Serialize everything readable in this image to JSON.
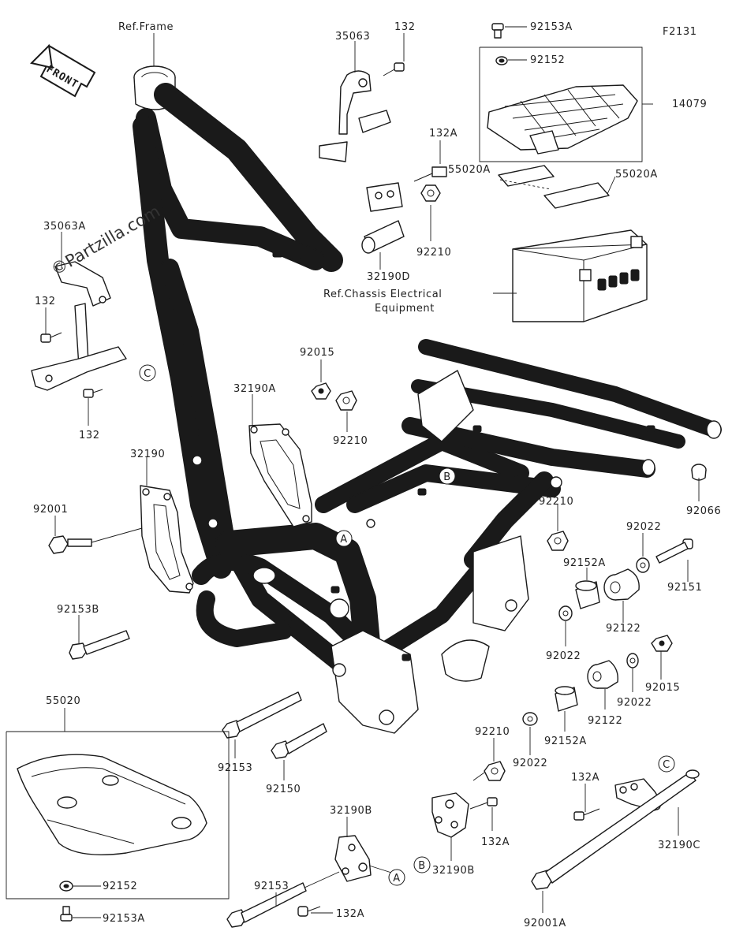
{
  "figure_code": "F2131",
  "front_arrow_text": "FRONT",
  "watermark": "Partzilla.com",
  "ref_labels": {
    "frame": "Ref.Frame",
    "chassis_line1": "Ref.Chassis Electrical",
    "chassis_line2": "Equipment"
  },
  "callouts": [
    "A",
    "B",
    "C"
  ],
  "part_numbers": {
    "p35063": "35063",
    "p132_top": "132",
    "p92153A_top": "92153A",
    "p92152_top": "92152",
    "p14079": "14079",
    "p132A_top": "132A",
    "p55020A_left": "55020A",
    "p55020A_right": "55020A",
    "p92210_a": "92210",
    "p32190D": "32190D",
    "p35063A": "35063A",
    "p132_left": "132",
    "p132_leftlow": "132",
    "p92015_a": "92015",
    "p32190A": "32190A",
    "p92210_b": "92210",
    "p32190": "32190",
    "p92001": "92001",
    "p92153B": "92153B",
    "p92066": "92066",
    "p92210_c": "92210",
    "p92022_a": "92022",
    "p92151": "92151",
    "p92152A_a": "92152A",
    "p92122_a": "92122",
    "p92022_b": "92022",
    "p92015_b": "92015",
    "p92122_b": "92122",
    "p92022_c": "92022",
    "p92152A_b": "92152A",
    "p92022_d": "92022",
    "p92153_a": "92153",
    "p92150": "92150",
    "p92210_d": "92210",
    "p55020": "55020",
    "p132A_mid": "132A",
    "p32190B_a": "32190B",
    "p32190B_b": "32190B",
    "p132A_right": "132A",
    "p32190C": "32190C",
    "p92153_b": "92153",
    "p132A_bottom": "132A",
    "p92001A": "92001A",
    "p92152_bottom": "92152",
    "p92153A_bottom": "92153A"
  }
}
